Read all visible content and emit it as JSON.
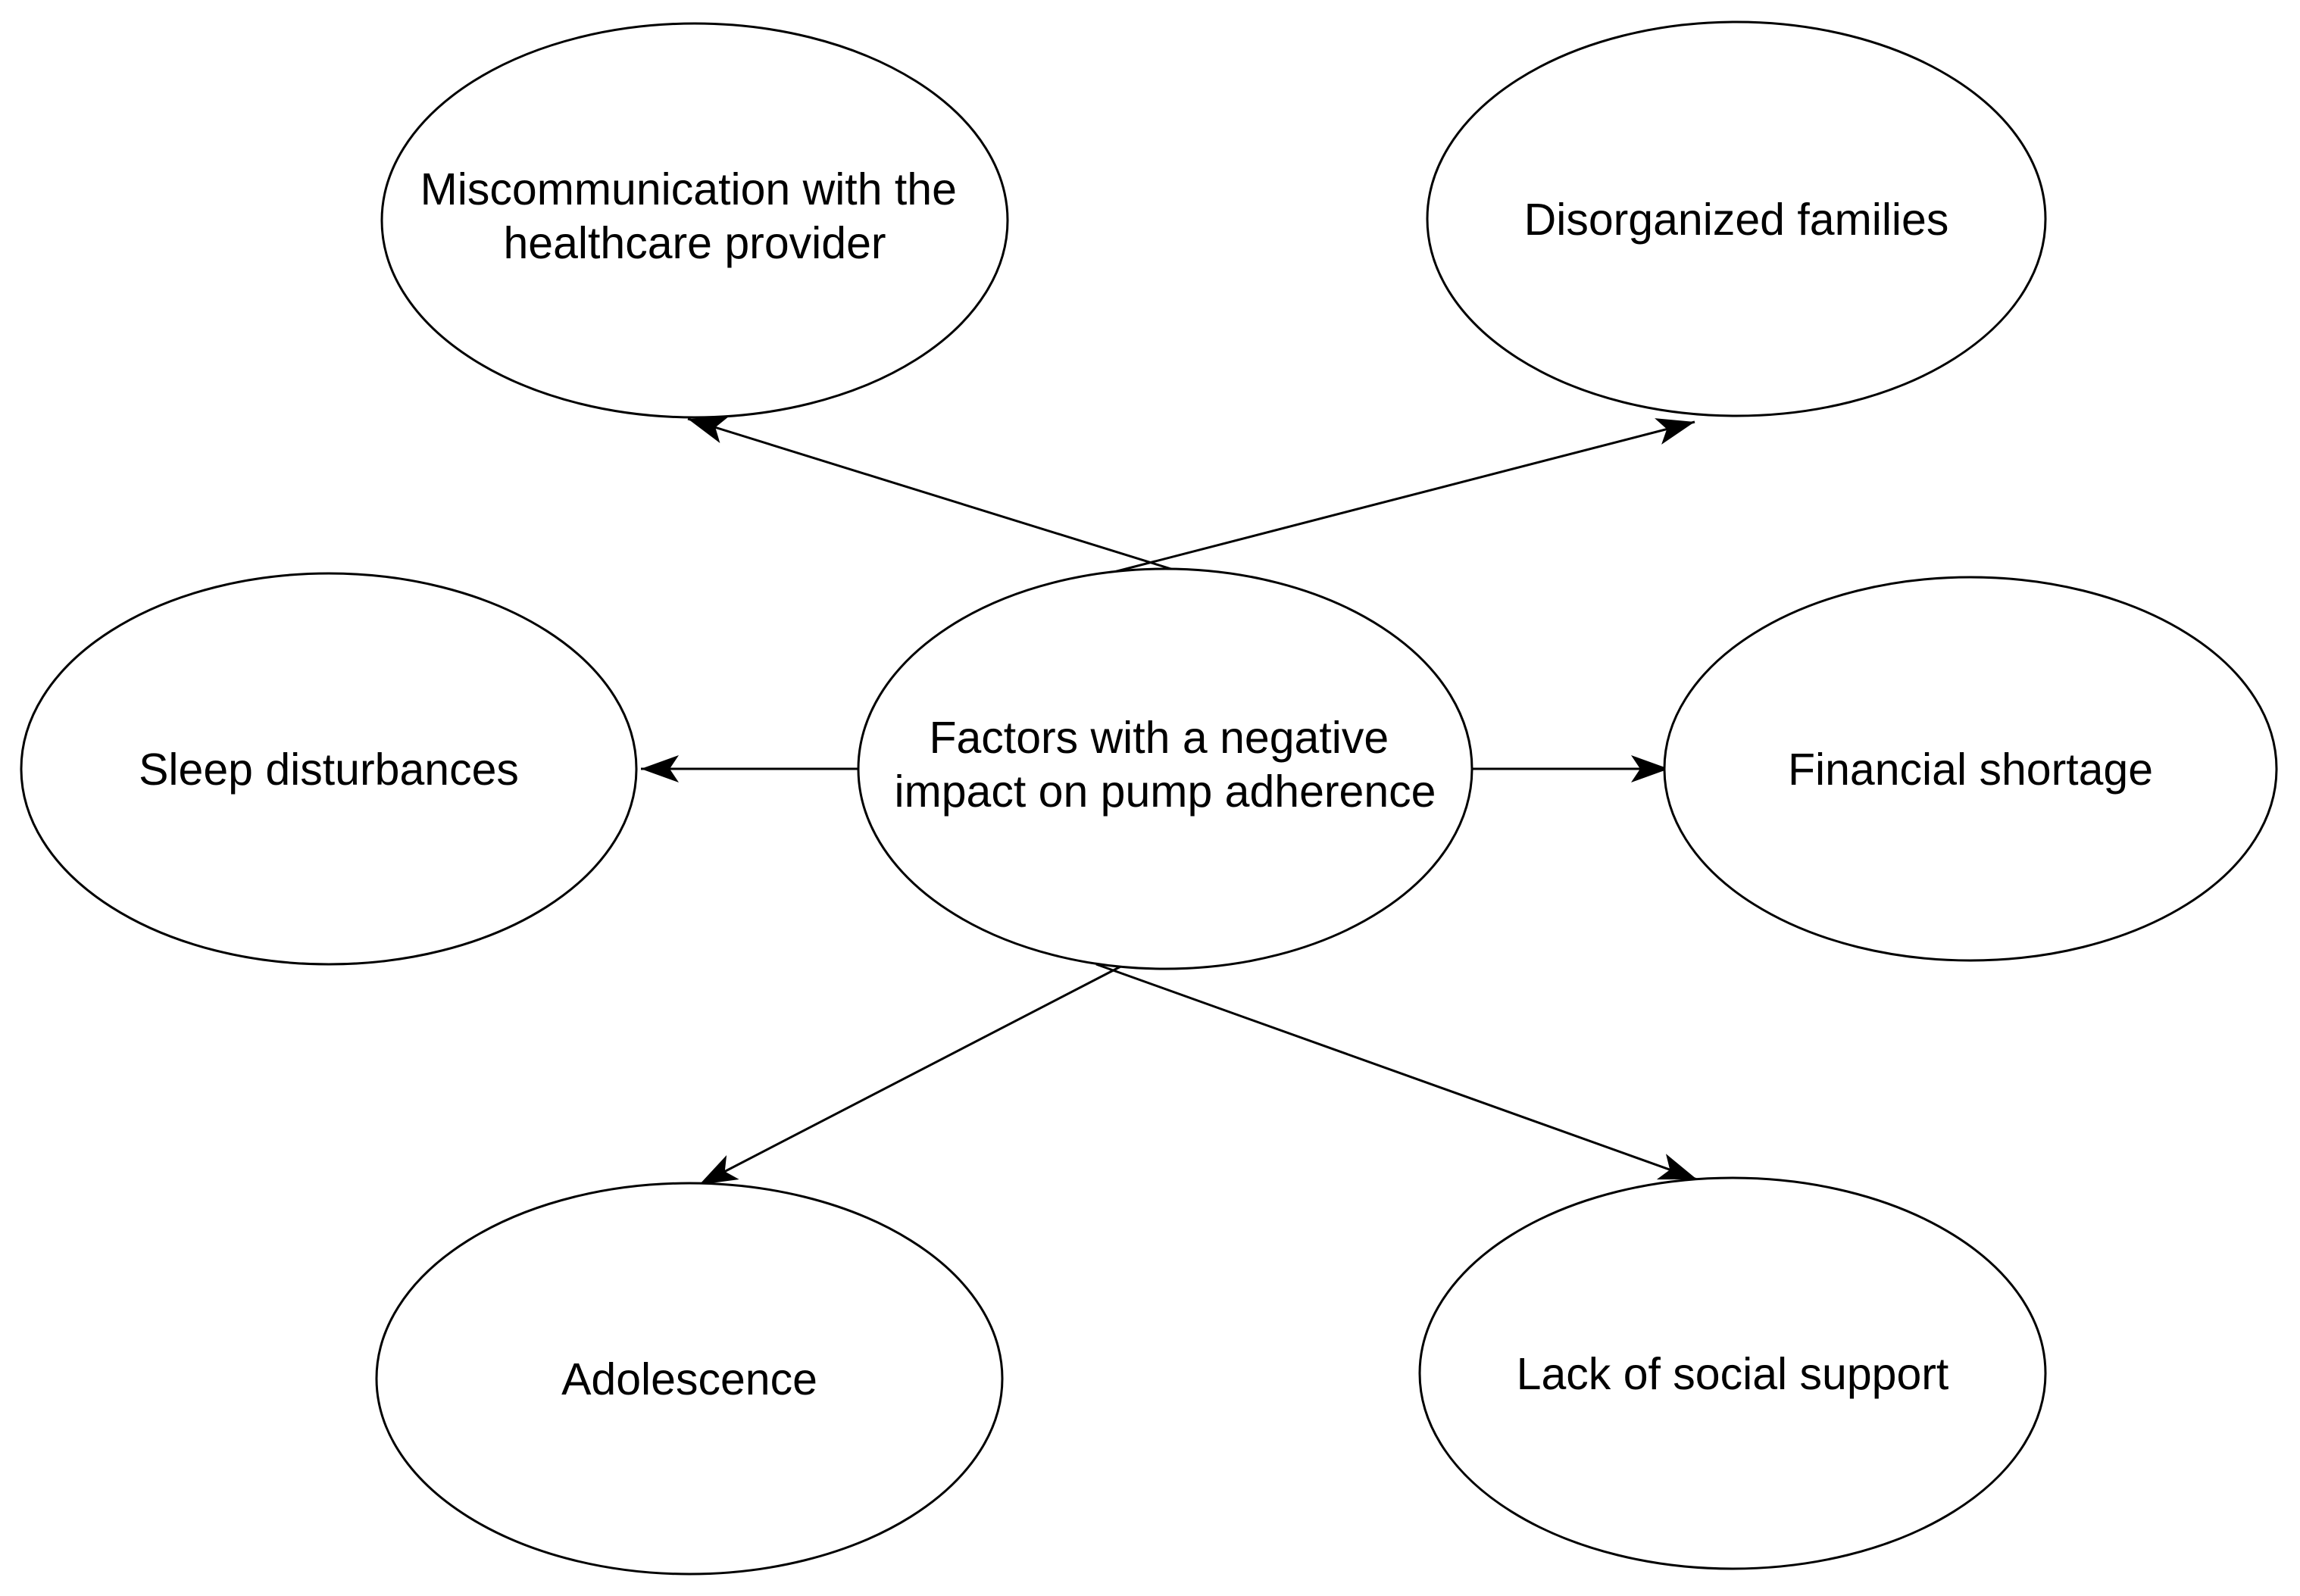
{
  "diagram": {
    "type": "radial-concept-diagram",
    "colors": {
      "background": "#ffffff",
      "stroke": "#000000",
      "text": "#000000",
      "arrowhead": "#000000"
    },
    "nodes": {
      "center": {
        "label": "Factors with a negative impact on pump adherence",
        "line1": "Factors with a negative",
        "line2": "impact on pump adherence"
      },
      "miscommunication": {
        "label": "Miscommunication with the healthcare provider",
        "line1": "Miscommunication with the",
        "line2": "healthcare provider"
      },
      "disorganized": {
        "label": "Disorganized families"
      },
      "sleep": {
        "label": "Sleep disturbances"
      },
      "financial": {
        "label": "Financial shortage"
      },
      "adolescence": {
        "label": "Adolescence"
      },
      "social_support": {
        "label": "Lack of social support"
      }
    },
    "edges": [
      {
        "from": "center",
        "to": "miscommunication"
      },
      {
        "from": "center",
        "to": "disorganized"
      },
      {
        "from": "center",
        "to": "sleep"
      },
      {
        "from": "center",
        "to": "financial"
      },
      {
        "from": "center",
        "to": "adolescence"
      },
      {
        "from": "center",
        "to": "social_support"
      }
    ]
  }
}
